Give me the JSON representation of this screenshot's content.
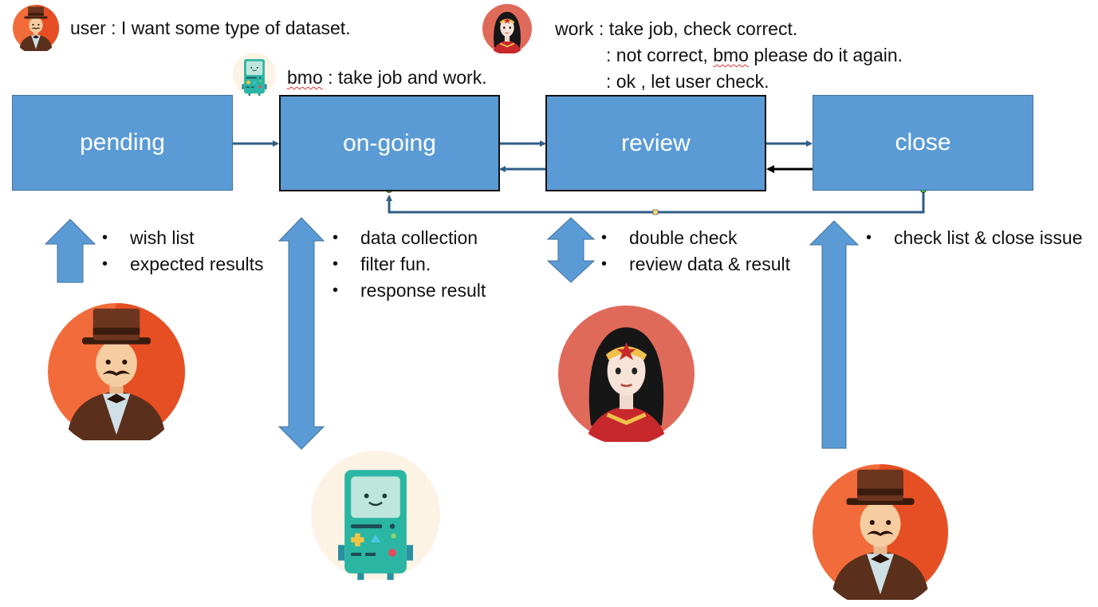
{
  "captions": {
    "user_role": "user :",
    "user_text": "I want some type of dataset.",
    "bmo_role": "bmo",
    "bmo_text": ": take job and work.",
    "work_line1": "work : take job, check correct.",
    "work_line2_a": ": not correct,",
    "work_line2_b": "bmo",
    "work_line2_c": "please do it again.",
    "work_line3": ": ok , let user check."
  },
  "stages": {
    "pending": "pending",
    "ongoing": "on-going",
    "review": "review",
    "close": "close"
  },
  "bullets": {
    "pending": [
      "wish list",
      "expected results"
    ],
    "ongoing": [
      "data collection",
      "filter fun.",
      "response result"
    ],
    "review": [
      "double check",
      "review data & result"
    ],
    "close": [
      "check list & close issue"
    ]
  },
  "colors": {
    "box_fill": "#5b9bd5",
    "connector": "#2e5d86",
    "user_bg": "#f26b3a",
    "worker_bg": "#e06a5a",
    "bmo_body": "#2bb5a3"
  },
  "icons": {
    "user": "gentleman-avatar-icon",
    "bmo": "bmo-robot-avatar-icon",
    "worker": "wonder-woman-avatar-icon"
  }
}
